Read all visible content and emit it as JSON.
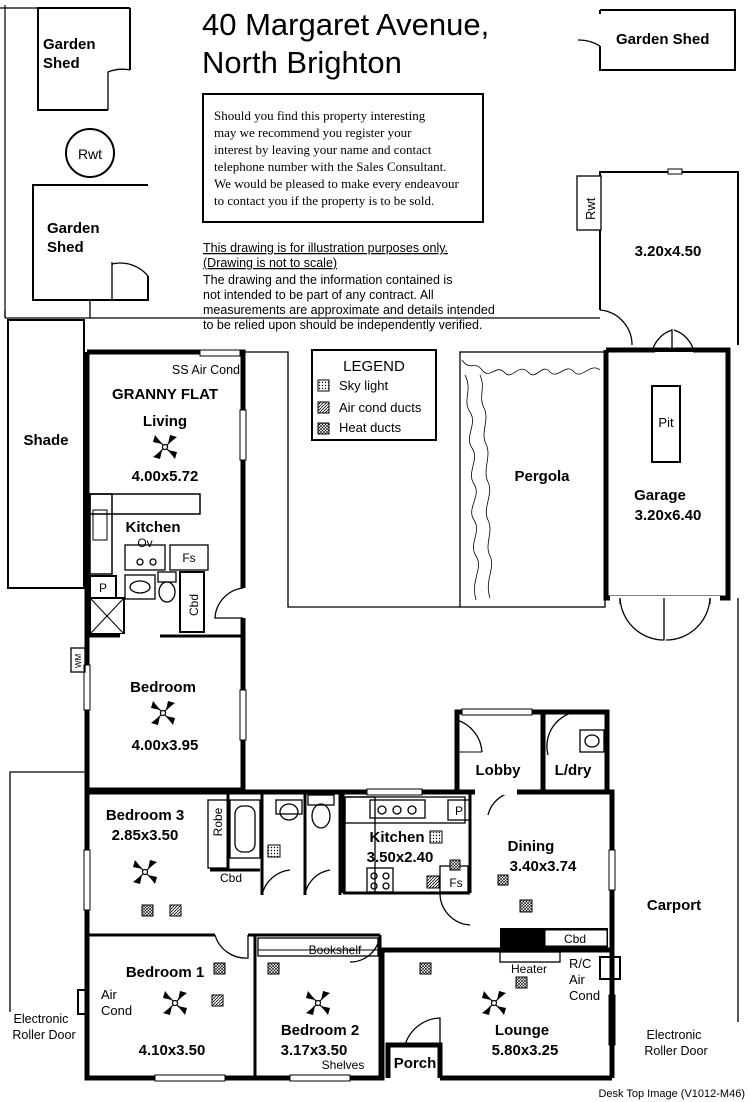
{
  "title": {
    "line1": "40 Margaret Avenue,",
    "line2": "North Brighton"
  },
  "notice": {
    "lines": [
      "Should you find this property interesting",
      "may we recommend you register your",
      "interest by leaving your name and contact",
      "telephone number with the Sales Consultant.",
      "We would be pleased to make every endeavour",
      "to contact you if the property is to be sold."
    ]
  },
  "disclaimer": {
    "line1": "This drawing is for illustration purposes only.",
    "line2": "(Drawing is not to scale)",
    "body": [
      "The drawing and the information contained is",
      "not intended to be part of any contract.  All",
      "measurements are approximate and details intended",
      "to be relied upon should be independently verified."
    ]
  },
  "legend": {
    "title": "LEGEND",
    "items": [
      {
        "label": "Sky light",
        "icon": "skylight-icon"
      },
      {
        "label": "Air cond ducts",
        "icon": "air-cond-duct-icon"
      },
      {
        "label": "Heat ducts",
        "icon": "heat-duct-icon"
      }
    ]
  },
  "outbuildings": {
    "garden_shed_1": {
      "line1": "Garden",
      "line2": "Shed"
    },
    "garden_shed_2": {
      "line1": "Garden",
      "line2": "Shed"
    },
    "garden_shed_3": "Garden Shed",
    "rwt_1": "Rwt",
    "rwt_2": "Rwt",
    "store": "3.20x4.50"
  },
  "granny_flat": {
    "title": "GRANNY FLAT",
    "ss_air_cond": "SS Air Cond",
    "living": {
      "name": "Living",
      "size": "4.00x5.72"
    },
    "kitchen": "Kitchen",
    "ov": "Ov",
    "fs": "Fs",
    "p": "P",
    "cbd": "Cbd",
    "wm": "WM",
    "bedroom": {
      "name": "Bedroom",
      "size": "4.00x3.95"
    }
  },
  "outdoor": {
    "shade": "Shade",
    "pergola": "Pergola",
    "garage": {
      "name": "Garage",
      "size": "3.20x6.40"
    },
    "pit": "Pit",
    "carport": "Carport",
    "electronic_left": {
      "line1": "Electronic",
      "line2": "Roller Door"
    },
    "electronic_right": {
      "line1": "Electronic",
      "line2": "Roller Door"
    }
  },
  "main_house": {
    "lobby": "Lobby",
    "ldry": "L/dry",
    "bedroom3": {
      "name": "Bedroom 3",
      "size": "2.85x3.50"
    },
    "robe": "Robe",
    "cbd3": "Cbd",
    "kitchen": {
      "name": "Kitchen",
      "size": "3.50x2.40"
    },
    "kitchen_p": "P",
    "kitchen_fs": "Fs",
    "dining": {
      "name": "Dining",
      "size": "3.40x3.74"
    },
    "dining_cbd": "Cbd",
    "bedroom1": {
      "name": "Bedroom 1",
      "size": "4.10x3.50"
    },
    "air_cond": {
      "line1": "Air",
      "line2": "Cond"
    },
    "bookshelf": "Bookshelf",
    "bedroom2": {
      "name": "Bedroom 2",
      "size": "3.17x3.50"
    },
    "shelves": "Shelves",
    "heater": "Heater",
    "rc_air_cond": {
      "line1": "R/C",
      "line2": "Air",
      "line3": "Cond"
    },
    "lounge": {
      "name": "Lounge",
      "size": "5.80x3.25"
    },
    "porch": "Porch"
  },
  "footer": "Desk Top Image   (V1012-M46)"
}
